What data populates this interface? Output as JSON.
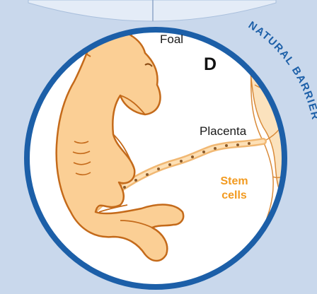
{
  "panel": {
    "letter": "D",
    "labels": {
      "foal": "Foal",
      "placenta": "Placenta",
      "stem_line1": "Stem",
      "stem_line2": "cells"
    },
    "arc_text": "NATURAL BARRIER"
  },
  "colors": {
    "ring_blue": "#1c5fa8",
    "top_panel_blue": "#dfe8f5",
    "bg_light_blue": "#c9d8ec",
    "foal_fill": "#fbcf95",
    "foal_outline": "#c46a1a",
    "stem_text": "#f29a1f",
    "placenta_fill": "#fbe2bd"
  }
}
